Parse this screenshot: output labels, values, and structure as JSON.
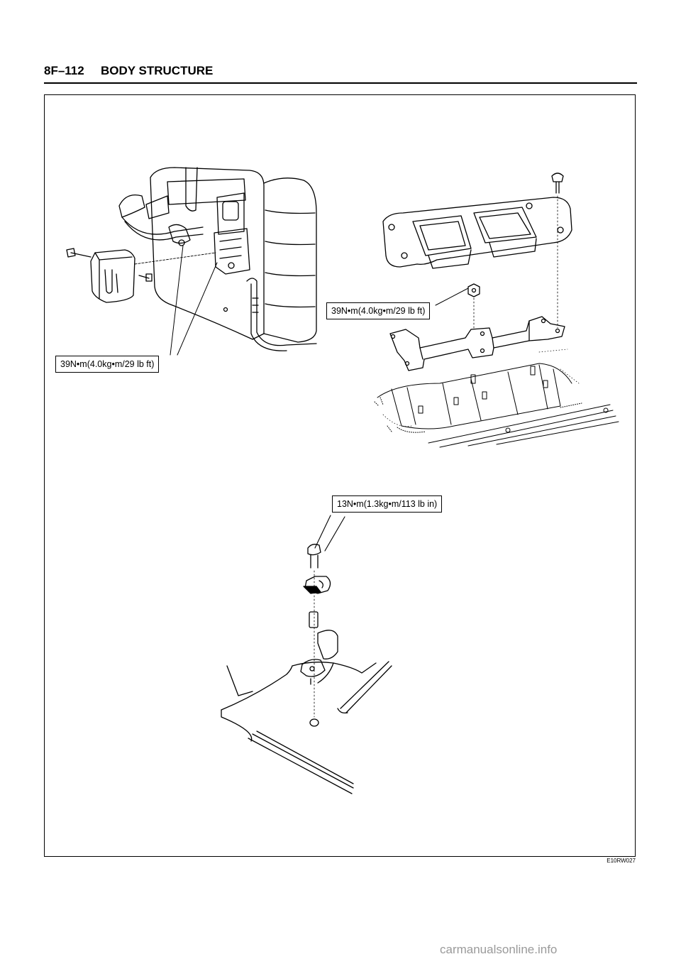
{
  "header": {
    "section_number": "8F–112",
    "section_title": "BODY STRUCTURE"
  },
  "figure": {
    "code": "E10RW027",
    "callouts": {
      "seat_latch_torque": "39N•m(4.0kg•m/29 lb ft)",
      "floor_bracket_torque": "39N•m(4.0kg•m/29 lb ft)",
      "striker_torque": "13N•m(1.3kg•m/113 lb in)"
    }
  },
  "watermark": "carmanualsonline.info"
}
